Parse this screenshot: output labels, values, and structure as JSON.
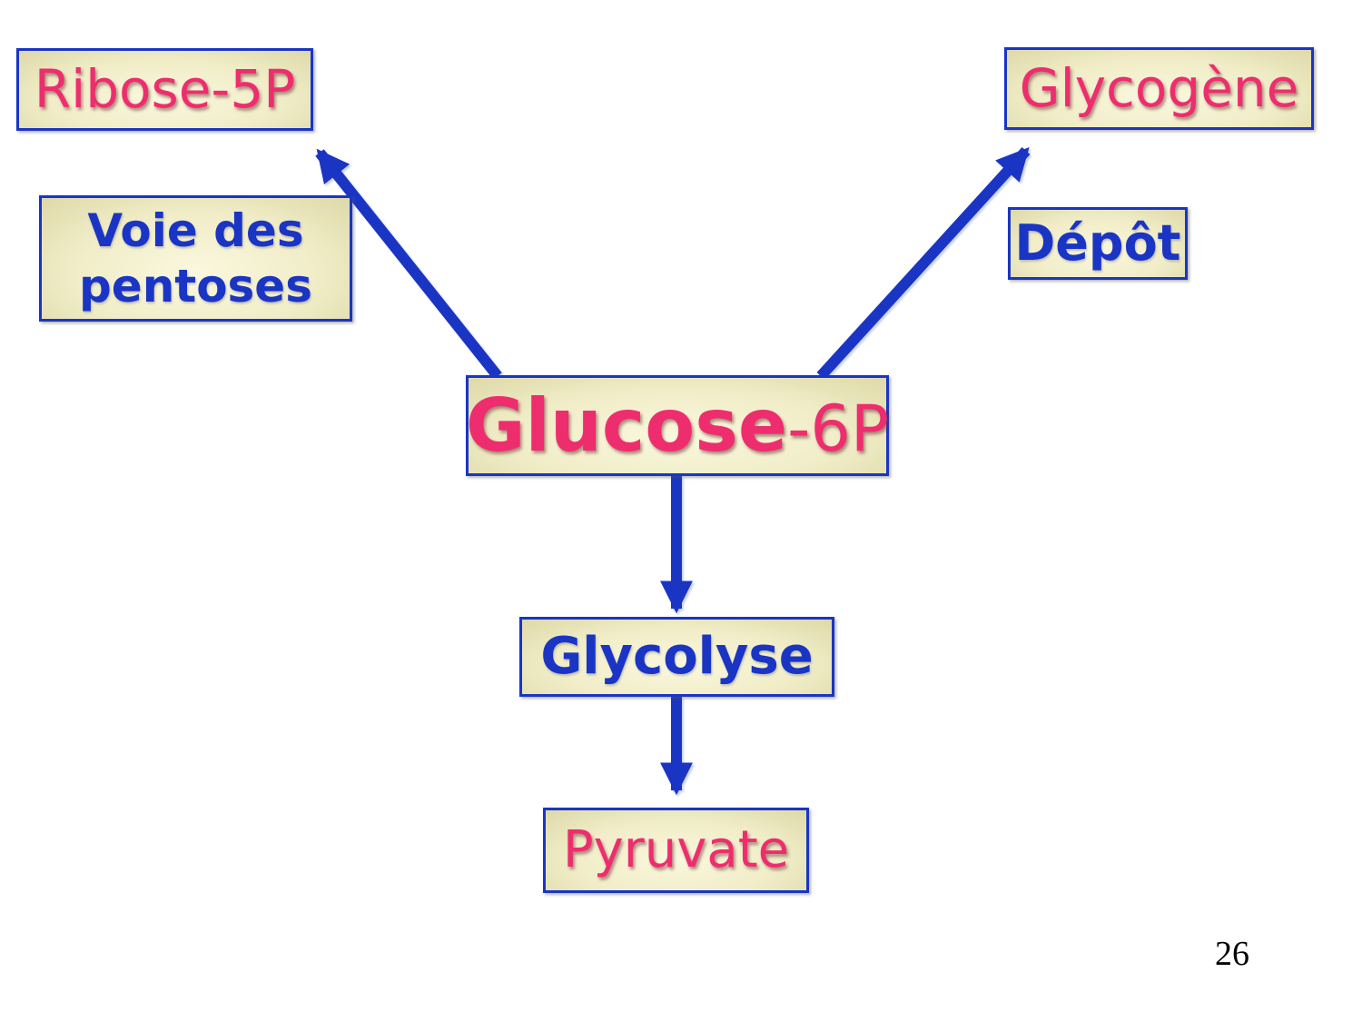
{
  "page": {
    "number": "26"
  },
  "colors": {
    "blue": "#1a35c4",
    "pink": "#ee2d6e",
    "box_border": "#1a35c4",
    "box_bg_center": "#faf8de",
    "box_bg_edge": "#ddd9a8",
    "background": "#ffffff",
    "page_number": "#000000"
  },
  "diagram": {
    "nodes": {
      "ribose5p": {
        "label": "Ribose-5P",
        "role": "metabolite"
      },
      "voie_pentoses": {
        "label_line1": "Voie des",
        "label_line2": "pentoses",
        "role": "pathway-label"
      },
      "glycogene": {
        "label": "Glycogène",
        "role": "metabolite"
      },
      "depot": {
        "label": "Dépôt",
        "role": "pathway-label"
      },
      "glucose6p": {
        "label_main": "Glucose",
        "label_suffix": "-6P",
        "role": "metabolite"
      },
      "glycolyse": {
        "label": "Glycolyse",
        "role": "pathway-label"
      },
      "pyruvate": {
        "label": "Pyruvate",
        "role": "metabolite"
      }
    },
    "edges": [
      {
        "from": "glucose6p",
        "to": "ribose5p",
        "direction": "up-left"
      },
      {
        "from": "glucose6p",
        "to": "glycogene",
        "direction": "up-right"
      },
      {
        "from": "glucose6p",
        "to": "glycolyse",
        "direction": "down"
      },
      {
        "from": "glycolyse",
        "to": "pyruvate",
        "direction": "down"
      }
    ]
  }
}
